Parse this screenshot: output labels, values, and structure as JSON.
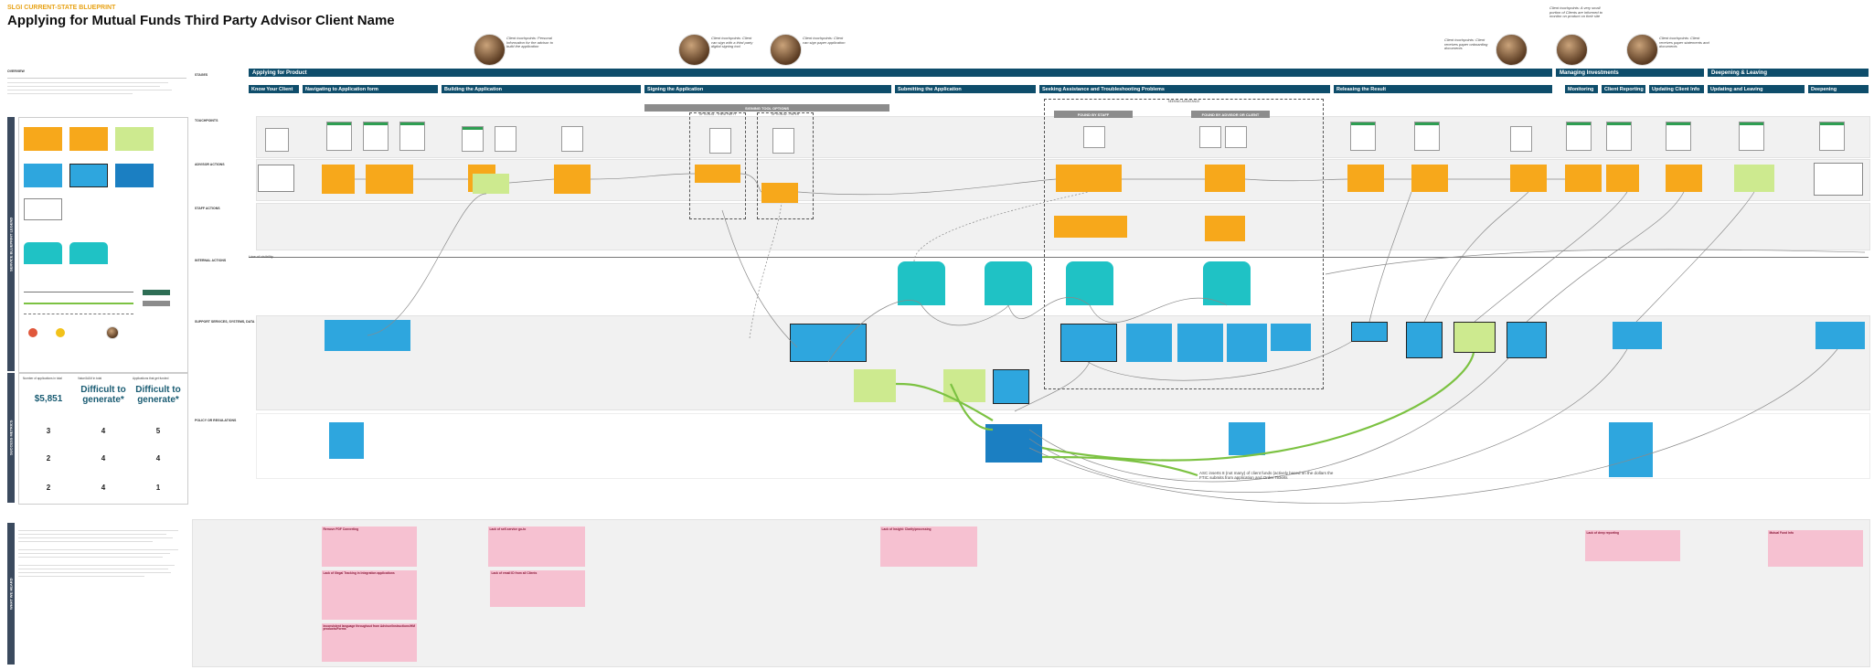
{
  "header": {
    "eyebrow": "SLGI CURRENT-STATE BLUEPRINT",
    "title": "Applying for Mutual Funds Third Party Advisor Client Name"
  },
  "overview_label": "OVERVIEW",
  "row_labels": {
    "stages": "STAGES",
    "touchpoints": "TOUCHPOINTS",
    "advisor_actions": "ADVISOR ACTIONS",
    "staff_actions": "STAFF ACTIONS",
    "line_of_visibility": "Line of visibility",
    "internal_actions": "INTERNAL ACTIONS",
    "support_services": "SUPPORT SERVICES, SYSTEMS, DATA",
    "policy": "POLICY OR REGULATIONS",
    "pain_points": "PAIN POINTS"
  },
  "side_bands": {
    "legend": "SERVICE BLUEPRINT LEGEND",
    "metrics": "SUCCESS METRICS",
    "summary": "WHAT WE HEARD"
  },
  "stages": [
    {
      "label": "Applying for Product"
    },
    {
      "label": "Managing Investments"
    },
    {
      "label": "Deepening & Leaving"
    }
  ],
  "phases": [
    {
      "label": "Know Your Client"
    },
    {
      "label": "Navigating to Application form"
    },
    {
      "label": "Building the Application"
    },
    {
      "label": "Signing the Application"
    },
    {
      "label": "Submitting the Application"
    },
    {
      "label": "Seeking Assistance and Troubleshooting Problems"
    },
    {
      "label": "Releasing the Result"
    },
    {
      "label": "Monitoring"
    },
    {
      "label": "Client Reporting"
    },
    {
      "label": "Updating Client Info"
    },
    {
      "label": "Updating and Leaving"
    },
    {
      "label": "Deepening"
    }
  ],
  "signing_options": {
    "header": "SIGNING TOOL OPTIONS",
    "option_a": "OPTION A1 - THIRD PARTY",
    "option_b": "OPTION A2 - PAPER"
  },
  "assistance": {
    "box_label": "SEEKING ASSISTANCE",
    "found_by_staff": "FOUND BY STAFF",
    "found_by_advisor": "FOUND BY ADVISOR OR CLIENT"
  },
  "personas": [
    {
      "quote": "Client touchpoints: Personal Information for the advisor to build the application"
    },
    {
      "quote": "Client touchpoints: Client can sign with a third party digital signing tool"
    },
    {
      "quote": "Client touchpoints: Client can sign paper application"
    },
    {
      "quote": "Client touchpoints: Client receives paper onboarding documents"
    },
    {
      "quote": "Client touchpoints: A very small portion of Clients are informed to monitor on product on their site"
    },
    {
      "quote": "Client touchpoints: Client receives paper statements and documents"
    }
  ],
  "metrics": {
    "labels": [
      "Number of applications in total",
      "Value/AUM in total",
      "Applications that get funded"
    ],
    "big_values": [
      "$5,851",
      "Difficult to generate*",
      "Difficult to generate*"
    ],
    "row2": [
      "3",
      "4",
      "5"
    ],
    "row3": [
      "2",
      "4",
      "4"
    ],
    "row4": [
      "2",
      "4",
      "1"
    ]
  },
  "annotation": "ASC inserts 8 (not many) of client funds (actively based on the dollars the FTIC submits from application and Order Tickets",
  "pain_points": [
    {
      "title": "Remove PDF Converting"
    },
    {
      "title": "Lack of Illegal Tracking in Integration applications"
    },
    {
      "title": "Inconsistent language throughout from Advisor/Instructions/HM products/Forms"
    },
    {
      "title": "Lack of self-service go-to"
    },
    {
      "title": "Lack of email ID from all Clients"
    },
    {
      "title": "Lack of Insight: Clarity/processing"
    },
    {
      "title": "Lack of deep reporting"
    },
    {
      "title": "Mutual Fund Info"
    }
  ],
  "colors": {
    "navy": "#0e4d6b",
    "orange": "#f7a81b",
    "blue": "#2ea6de",
    "teal": "#1fc2c5",
    "lightgreen": "#cdea8f",
    "pink": "#f6c1d1",
    "linegreen": "#7cc242"
  }
}
